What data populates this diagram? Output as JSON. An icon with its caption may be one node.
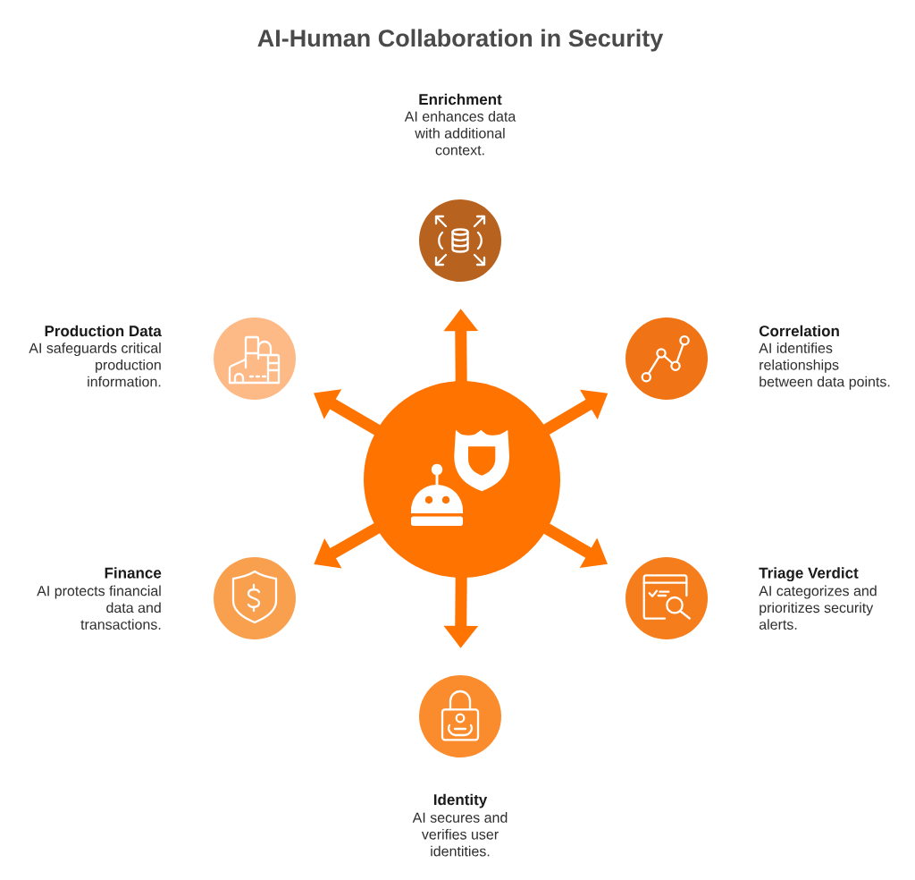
{
  "diagram": {
    "title": "AI-Human Collaboration in Security",
    "nodes": [
      {
        "text": [
          "Enrichment",
          "AI enhances data with additional context."
        ]
      },
      {
        "text": [
          "Production Data",
          "AI safeguards critical production information."
        ]
      },
      {
        "text": [
          "Correlation",
          "AI identifies relationships between data points."
        ]
      },
      {
        "text": [],
        "shape": "circle"
      },
      {
        "text": [
          "Finance",
          "AI protects financial data and transactions."
        ]
      },
      {
        "text": [
          "Triage Verdict",
          "AI categorizes and prioritizes security alerts."
        ]
      },
      {
        "text": [
          "Identity",
          "AI secures and verifies user identities."
        ]
      }
    ],
    "edges": [
      {
        "from": 3,
        "to": 0,
        "arrow": "to"
      },
      {
        "from": 3,
        "to": 1,
        "arrow": "to"
      },
      {
        "from": 3,
        "to": 2,
        "arrow": "to"
      },
      {
        "from": 3,
        "to": 4,
        "arrow": "to"
      },
      {
        "from": 3,
        "to": 5,
        "arrow": "to"
      },
      {
        "from": 3,
        "to": 6,
        "arrow": "to"
      }
    ]
  }
}
